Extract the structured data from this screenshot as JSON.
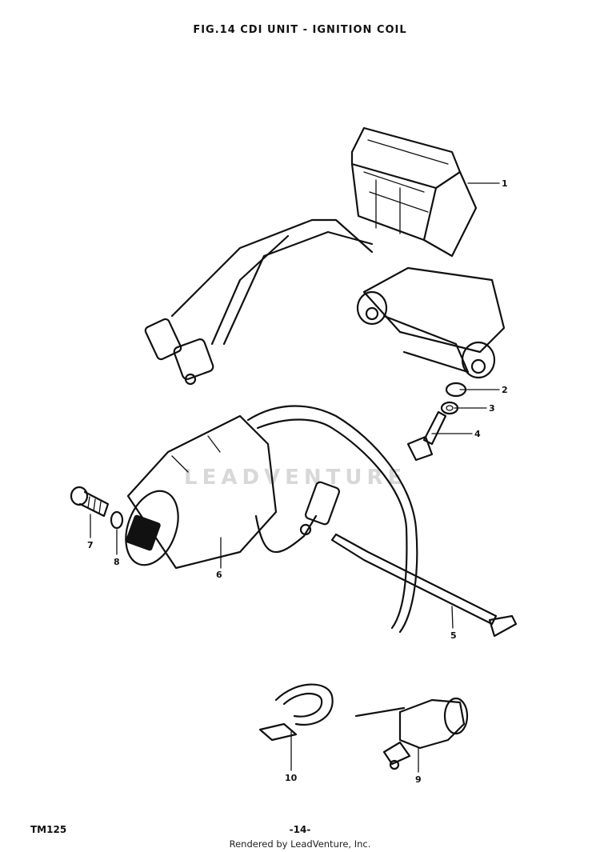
{
  "figure": {
    "title": "FIG.14  CDI UNIT - IGNITION COIL",
    "model": "TM125",
    "page_number": "-14-",
    "credit": "Rendered by LeadVenture, Inc.",
    "watermark": "LEADVENTURE"
  },
  "callouts": {
    "c1": "1",
    "c2": "2",
    "c3": "3",
    "c4": "4",
    "c5": "5",
    "c6": "6",
    "c7": "7",
    "c8": "8",
    "c9": "9",
    "c10": "10"
  }
}
